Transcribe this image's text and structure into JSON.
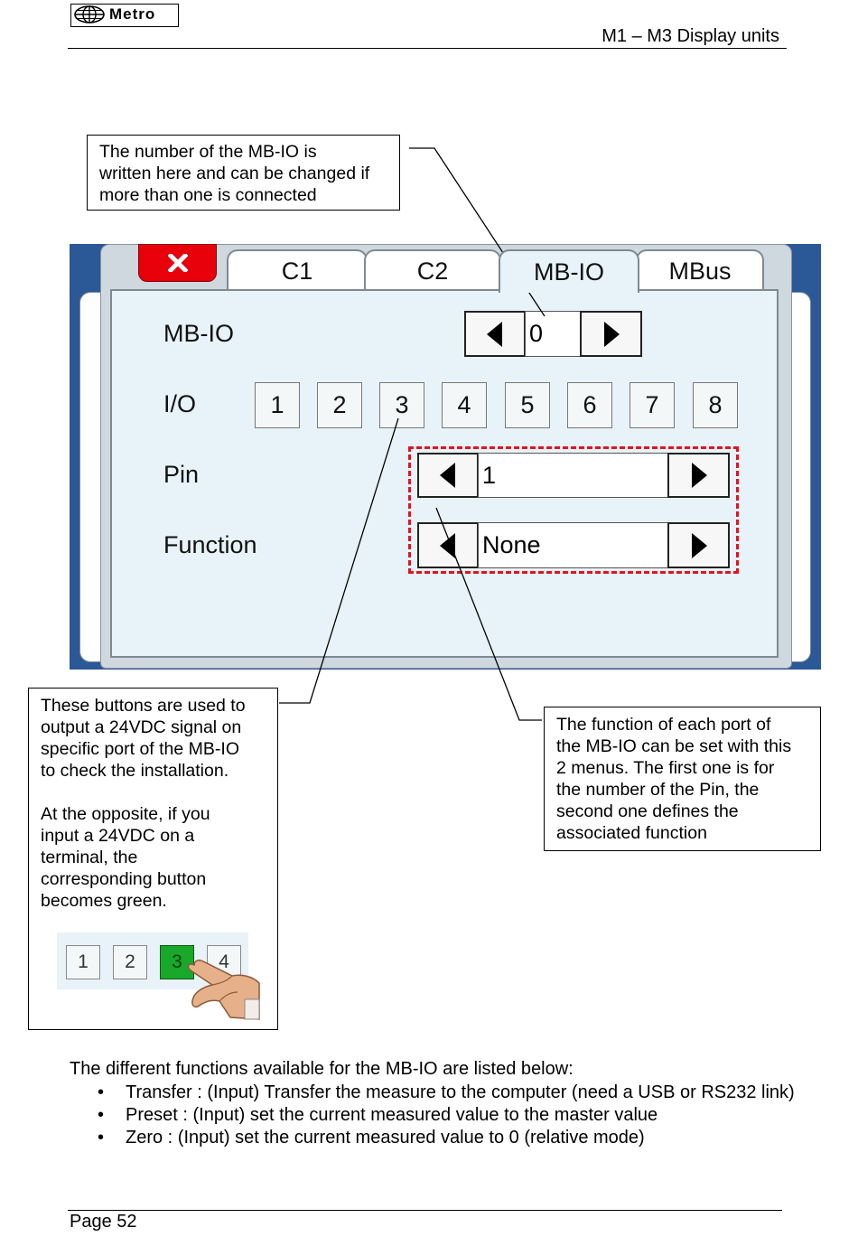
{
  "header": {
    "logo_text": "Metro",
    "doc_title": "M1 – M3  Display units"
  },
  "callouts": {
    "top": [
      "The number of the MB-IO is",
      "written here and can be changed if",
      "more than one is connected"
    ],
    "left_para1": [
      "These buttons are used to",
      "output a 24VDC signal on",
      "specific port of the MB-IO",
      "to check the installation."
    ],
    "left_para2": [
      "At the opposite, if you",
      "input a 24VDC on a",
      "terminal, the",
      "corresponding button",
      "becomes green."
    ],
    "right": [
      "The function of each port of",
      "the MB-IO can be set with this",
      "2 menus. The first one is for",
      "the number of the Pin, the",
      "second one defines the",
      "associated function"
    ]
  },
  "screen": {
    "tabs": [
      "C1",
      "C2",
      "MB-IO",
      "MBus"
    ],
    "active_tab": "MB-IO",
    "close_icon": "x-icon",
    "mbio_label": "MB-IO",
    "mbio_value": "0",
    "io_label": "I/O",
    "io_buttons": [
      "1",
      "2",
      "3",
      "4",
      "5",
      "6",
      "7",
      "8"
    ],
    "pin_label": "Pin",
    "pin_value": "1",
    "function_label": "Function",
    "function_value": "None",
    "highlight_color": "#e8101e",
    "background_color": "#2b5897"
  },
  "demo": {
    "buttons": [
      "1",
      "2",
      "3",
      "4"
    ],
    "active_button": "3",
    "active_color": "#18a82a",
    "pointer_icon": "hand-pointer-icon"
  },
  "body": {
    "intro": "The different functions available for the MB-IO are listed below:",
    "bullet": "•",
    "functions": [
      "Transfer : (Input) Transfer the measure to the computer (need a USB or RS232 link)",
      "Preset : (Input) set the current measured value to the master value",
      "Zero : (Input) set the current measured value to 0 (relative mode)"
    ]
  },
  "footer": {
    "page": "Page 52"
  }
}
